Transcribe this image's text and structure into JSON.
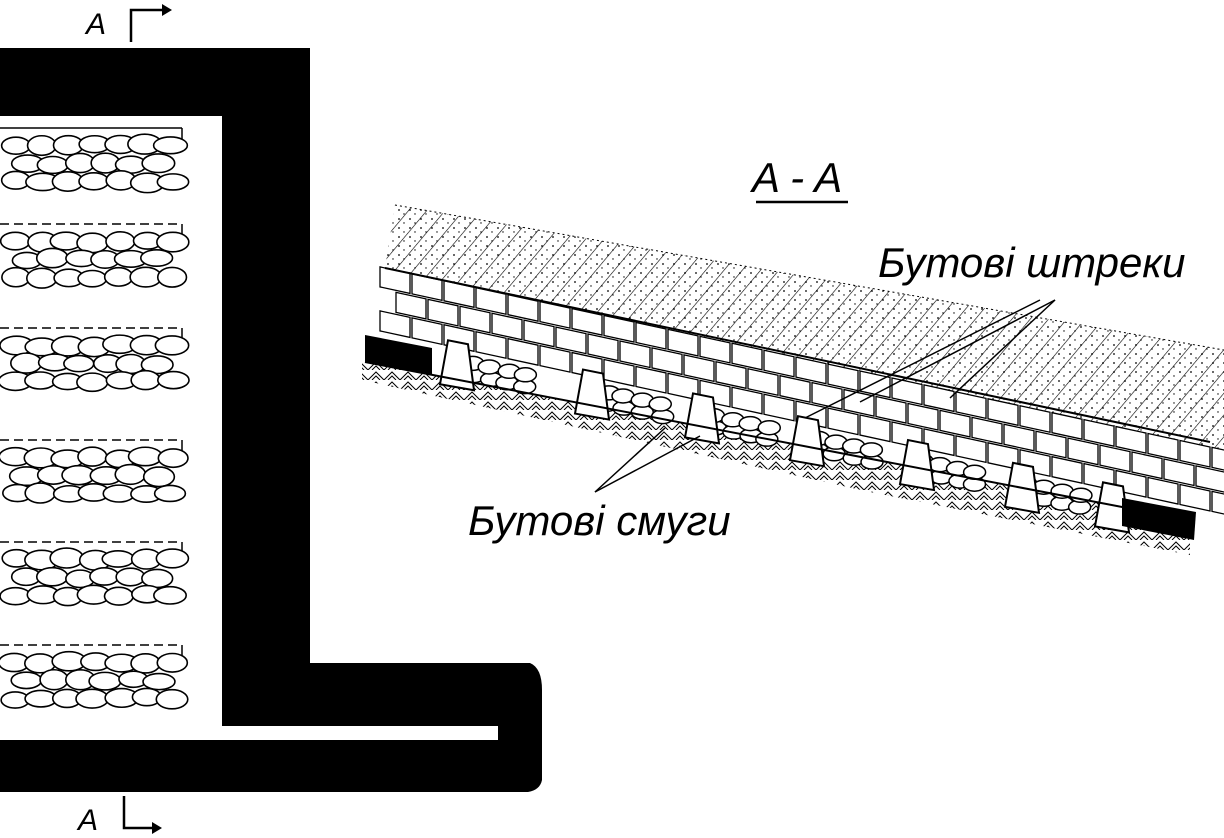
{
  "labels": {
    "section_mark_top": "A",
    "section_mark_bottom": "A",
    "section_title": "A - A",
    "rubble_drifts": "Бутові штреки",
    "rubble_strips": "Бутові смуги"
  },
  "colors": {
    "ink": "#000000",
    "paper": "#ffffff"
  }
}
